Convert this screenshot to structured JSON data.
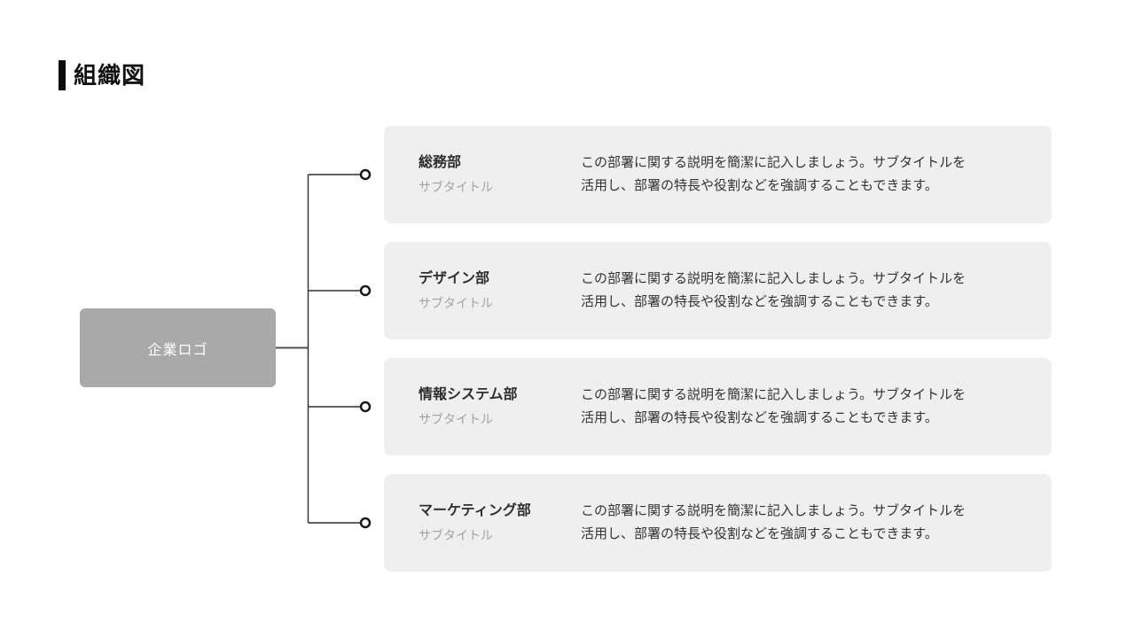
{
  "page": {
    "title": "組織図"
  },
  "logo": {
    "label": "企業ロゴ"
  },
  "departments": [
    {
      "name": "総務部",
      "subtitle": "サブタイトル",
      "desc_line1": "この部署に関する説明を簡潔に記入しましょう。サブタイトルを",
      "desc_line2": "活用し、部署の特長や役割などを強調することもできます。"
    },
    {
      "name": "デザイン部",
      "subtitle": "サブタイトル",
      "desc_line1": "この部署に関する説明を簡潔に記入しましょう。サブタイトルを",
      "desc_line2": "活用し、部署の特長や役割などを強調することもできます。"
    },
    {
      "name": "情報システム部",
      "subtitle": "サブタイトル",
      "desc_line1": "この部署に関する説明を簡潔に記入しましょう。サブタイトルを",
      "desc_line2": "活用し、部署の特長や役割などを強調することもできます。"
    },
    {
      "name": "マーケティング部",
      "subtitle": "サブタイトル",
      "desc_line1": "この部署に関する説明を簡潔に記入しましょう。サブタイトルを",
      "desc_line2": "活用し、部署の特長や役割などを強調することもできます。"
    }
  ],
  "colors": {
    "accent_bar": "#0d0d0d",
    "logo_bg": "#a9a9a9",
    "logo_text": "#ffffff",
    "card_bg": "#efefef",
    "title_text": "#2e2e2e",
    "subtitle_text": "#a3a3a3",
    "description_text": "#333333",
    "connector_line": "#2e2e2e",
    "node_stroke": "#1a1a1a",
    "node_fill": "#ffffff"
  }
}
